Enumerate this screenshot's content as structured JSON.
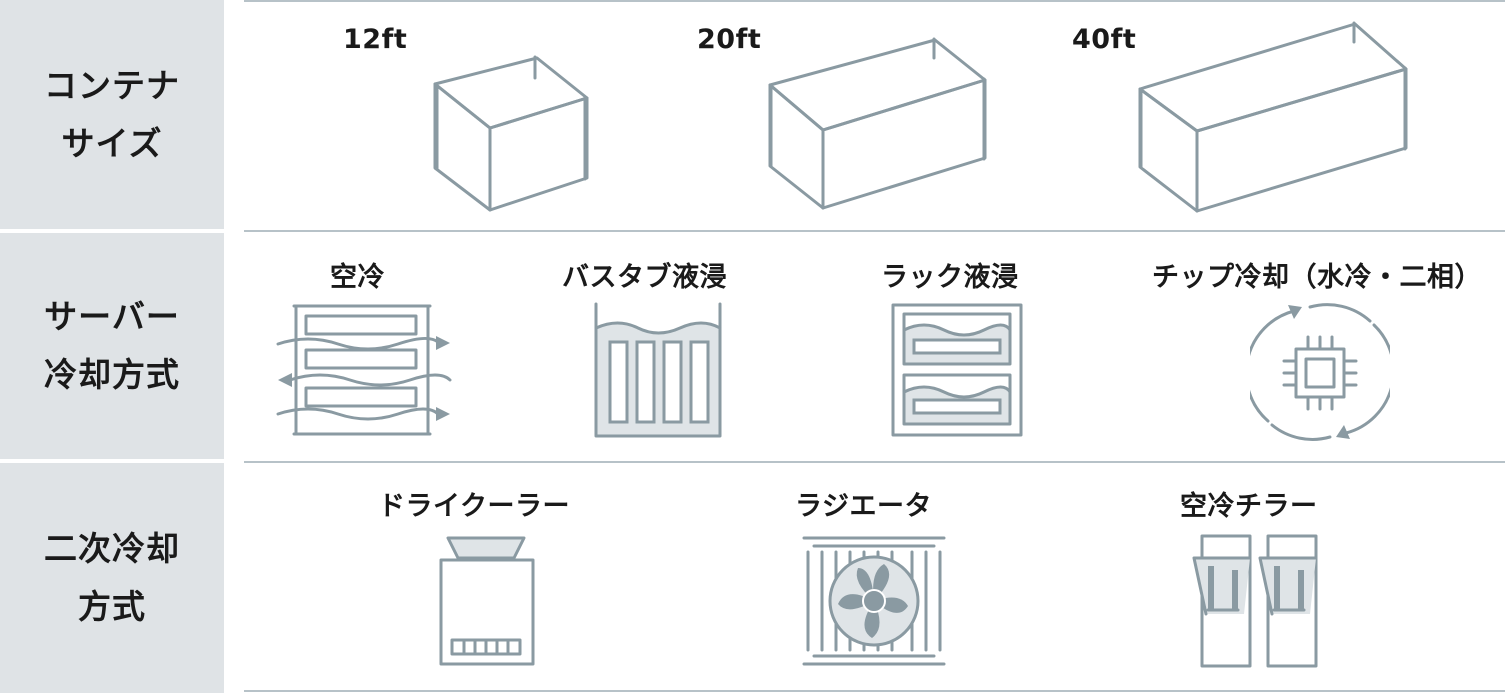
{
  "rows": [
    {
      "header_lines": [
        "コンテナ",
        "サイズ"
      ],
      "items": [
        "12ft",
        "20ft",
        "40ft"
      ]
    },
    {
      "header_lines": [
        "サーバー",
        "冷却方式"
      ],
      "items": [
        "空冷",
        "バスタブ液浸",
        "ラック液浸",
        "チップ冷却（水冷・二相）"
      ]
    },
    {
      "header_lines": [
        "二次冷却",
        "方式"
      ],
      "items": [
        "ドライクーラー",
        "ラジエータ",
        "空冷チラー"
      ]
    }
  ],
  "colors": {
    "header_bg": "#dfe3e6",
    "line": "#8a9aa2",
    "fill": "#dfe4e7",
    "separator": "#b7c2c8"
  }
}
